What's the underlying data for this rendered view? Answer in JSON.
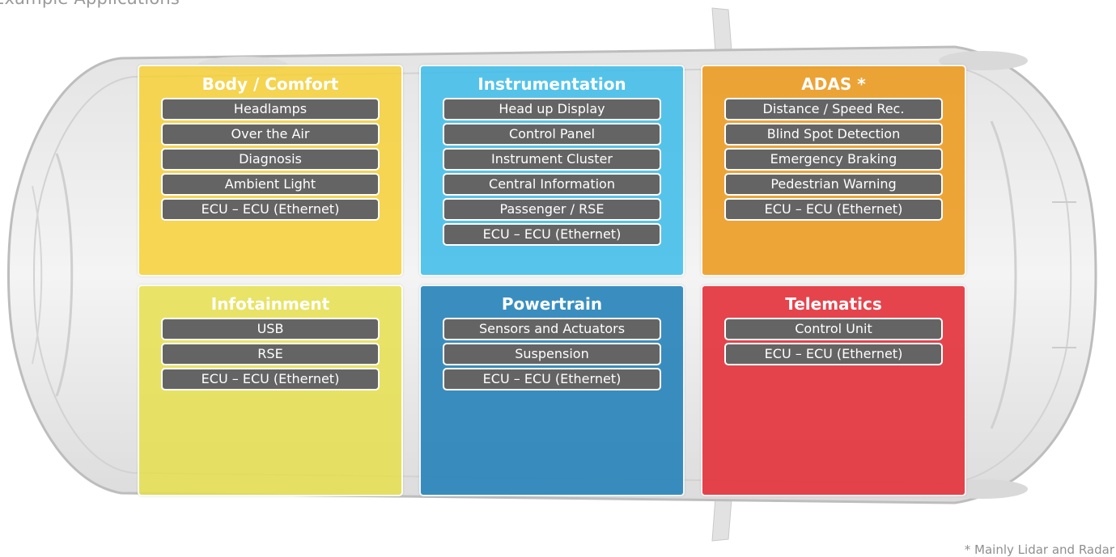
{
  "page_title": "Example Applications",
  "footnote": "* Mainly Lidar and Radar",
  "colors": {
    "body_comfort": "#f6cf2f",
    "instrumentation": "#3cbde9",
    "adas": "#ed9a1e",
    "infotainment": "#e6e044",
    "powertrain": "#2683b9",
    "telematics": "#e3313a",
    "item_bg": "#646464"
  },
  "panels": [
    {
      "key": "body_comfort",
      "title": "Body / Comfort",
      "items": [
        "Headlamps",
        "Over the Air",
        "Diagnosis",
        "Ambient Light",
        "ECU – ECU (Ethernet)"
      ]
    },
    {
      "key": "instrumentation",
      "title": "Instrumentation",
      "items": [
        "Head up Display",
        "Control Panel",
        "Instrument Cluster",
        "Central Information",
        "Passenger / RSE",
        "ECU – ECU (Ethernet)"
      ]
    },
    {
      "key": "adas",
      "title": "ADAS *",
      "items": [
        "Distance / Speed Rec.",
        "Blind Spot Detection",
        "Emergency Braking",
        "Pedestrian Warning",
        "ECU – ECU (Ethernet)"
      ]
    },
    {
      "key": "infotainment",
      "title": "Infotainment",
      "items": [
        "USB",
        "RSE",
        "ECU – ECU (Ethernet)"
      ]
    },
    {
      "key": "powertrain",
      "title": "Powertrain",
      "items": [
        "Sensors and Actuators",
        "Suspension",
        "ECU – ECU (Ethernet)"
      ]
    },
    {
      "key": "telematics",
      "title": "Telematics",
      "items": [
        "Control Unit",
        "ECU – ECU (Ethernet)"
      ]
    }
  ]
}
